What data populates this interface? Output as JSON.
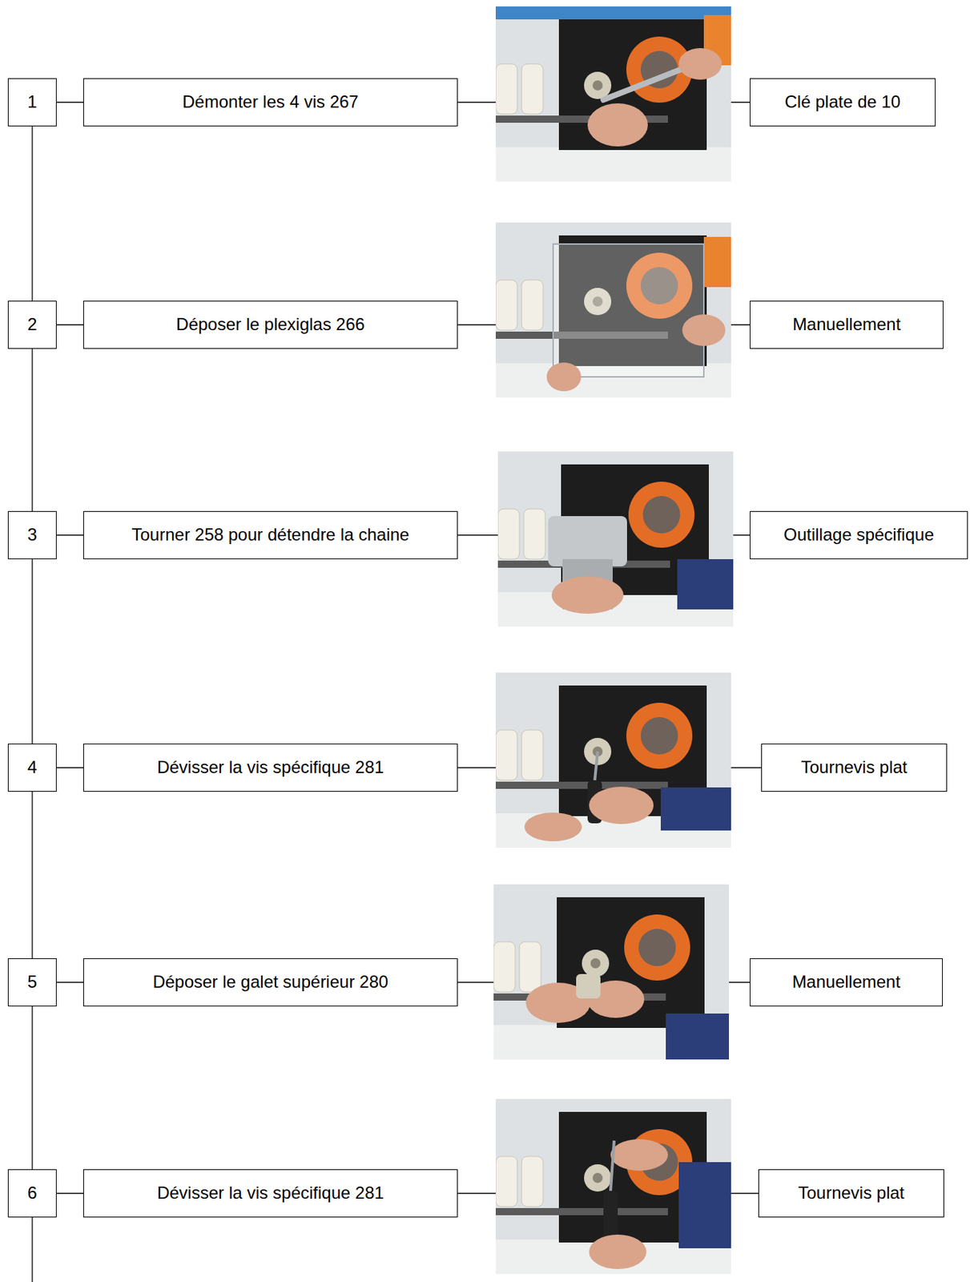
{
  "diagram": {
    "nodes": [
      {
        "text": [
          "1"
        ]
      },
      {
        "text": [
          "Démonter les 4 vis 267"
        ]
      },
      {
        "text": [
          "Clé plate de 10"
        ]
      },
      {
        "text": [
          "2"
        ]
      },
      {
        "text": [
          "Déposer le plexiglas 266"
        ]
      },
      {
        "text": [
          "Manuellement"
        ]
      },
      {
        "text": [
          "3"
        ]
      },
      {
        "text": [
          "Tourner 258 pour détendre la chaine"
        ]
      },
      {
        "text": [
          "Outillage spécifique"
        ]
      },
      {
        "text": [
          "4"
        ]
      },
      {
        "text": [
          "Dévisser la vis spécifique 281"
        ]
      },
      {
        "text": [
          "Tournevis plat"
        ]
      },
      {
        "text": [
          "5"
        ]
      },
      {
        "text": [
          "Déposer le galet supérieur 280"
        ]
      },
      {
        "text": [
          "Manuellement"
        ]
      },
      {
        "text": [
          "6"
        ]
      },
      {
        "text": [
          "Dévisser la vis spécifique 281"
        ]
      },
      {
        "text": [
          "Tournevis plat"
        ]
      }
    ],
    "edges": [
      {
        "from": 0,
        "to": 1,
        "arrow": "none"
      },
      {
        "from": 1,
        "to": 2,
        "arrow": "none"
      },
      {
        "from": 0,
        "to": 3,
        "arrow": "none"
      },
      {
        "from": 3,
        "to": 4,
        "arrow": "none"
      },
      {
        "from": 4,
        "to": 5,
        "arrow": "none"
      },
      {
        "from": 3,
        "to": 6,
        "arrow": "none"
      },
      {
        "from": 6,
        "to": 7,
        "arrow": "none"
      },
      {
        "from": 7,
        "to": 8,
        "arrow": "none"
      },
      {
        "from": 6,
        "to": 9,
        "arrow": "none"
      },
      {
        "from": 9,
        "to": 10,
        "arrow": "none"
      },
      {
        "from": 10,
        "to": 11,
        "arrow": "none"
      },
      {
        "from": 9,
        "to": 12,
        "arrow": "none"
      },
      {
        "from": 12,
        "to": 13,
        "arrow": "none"
      },
      {
        "from": 13,
        "to": 14,
        "arrow": "none"
      },
      {
        "from": 12,
        "to": 15,
        "arrow": "none"
      },
      {
        "from": 15,
        "to": 16,
        "arrow": "none"
      },
      {
        "from": 16,
        "to": 17,
        "arrow": "none"
      }
    ]
  }
}
